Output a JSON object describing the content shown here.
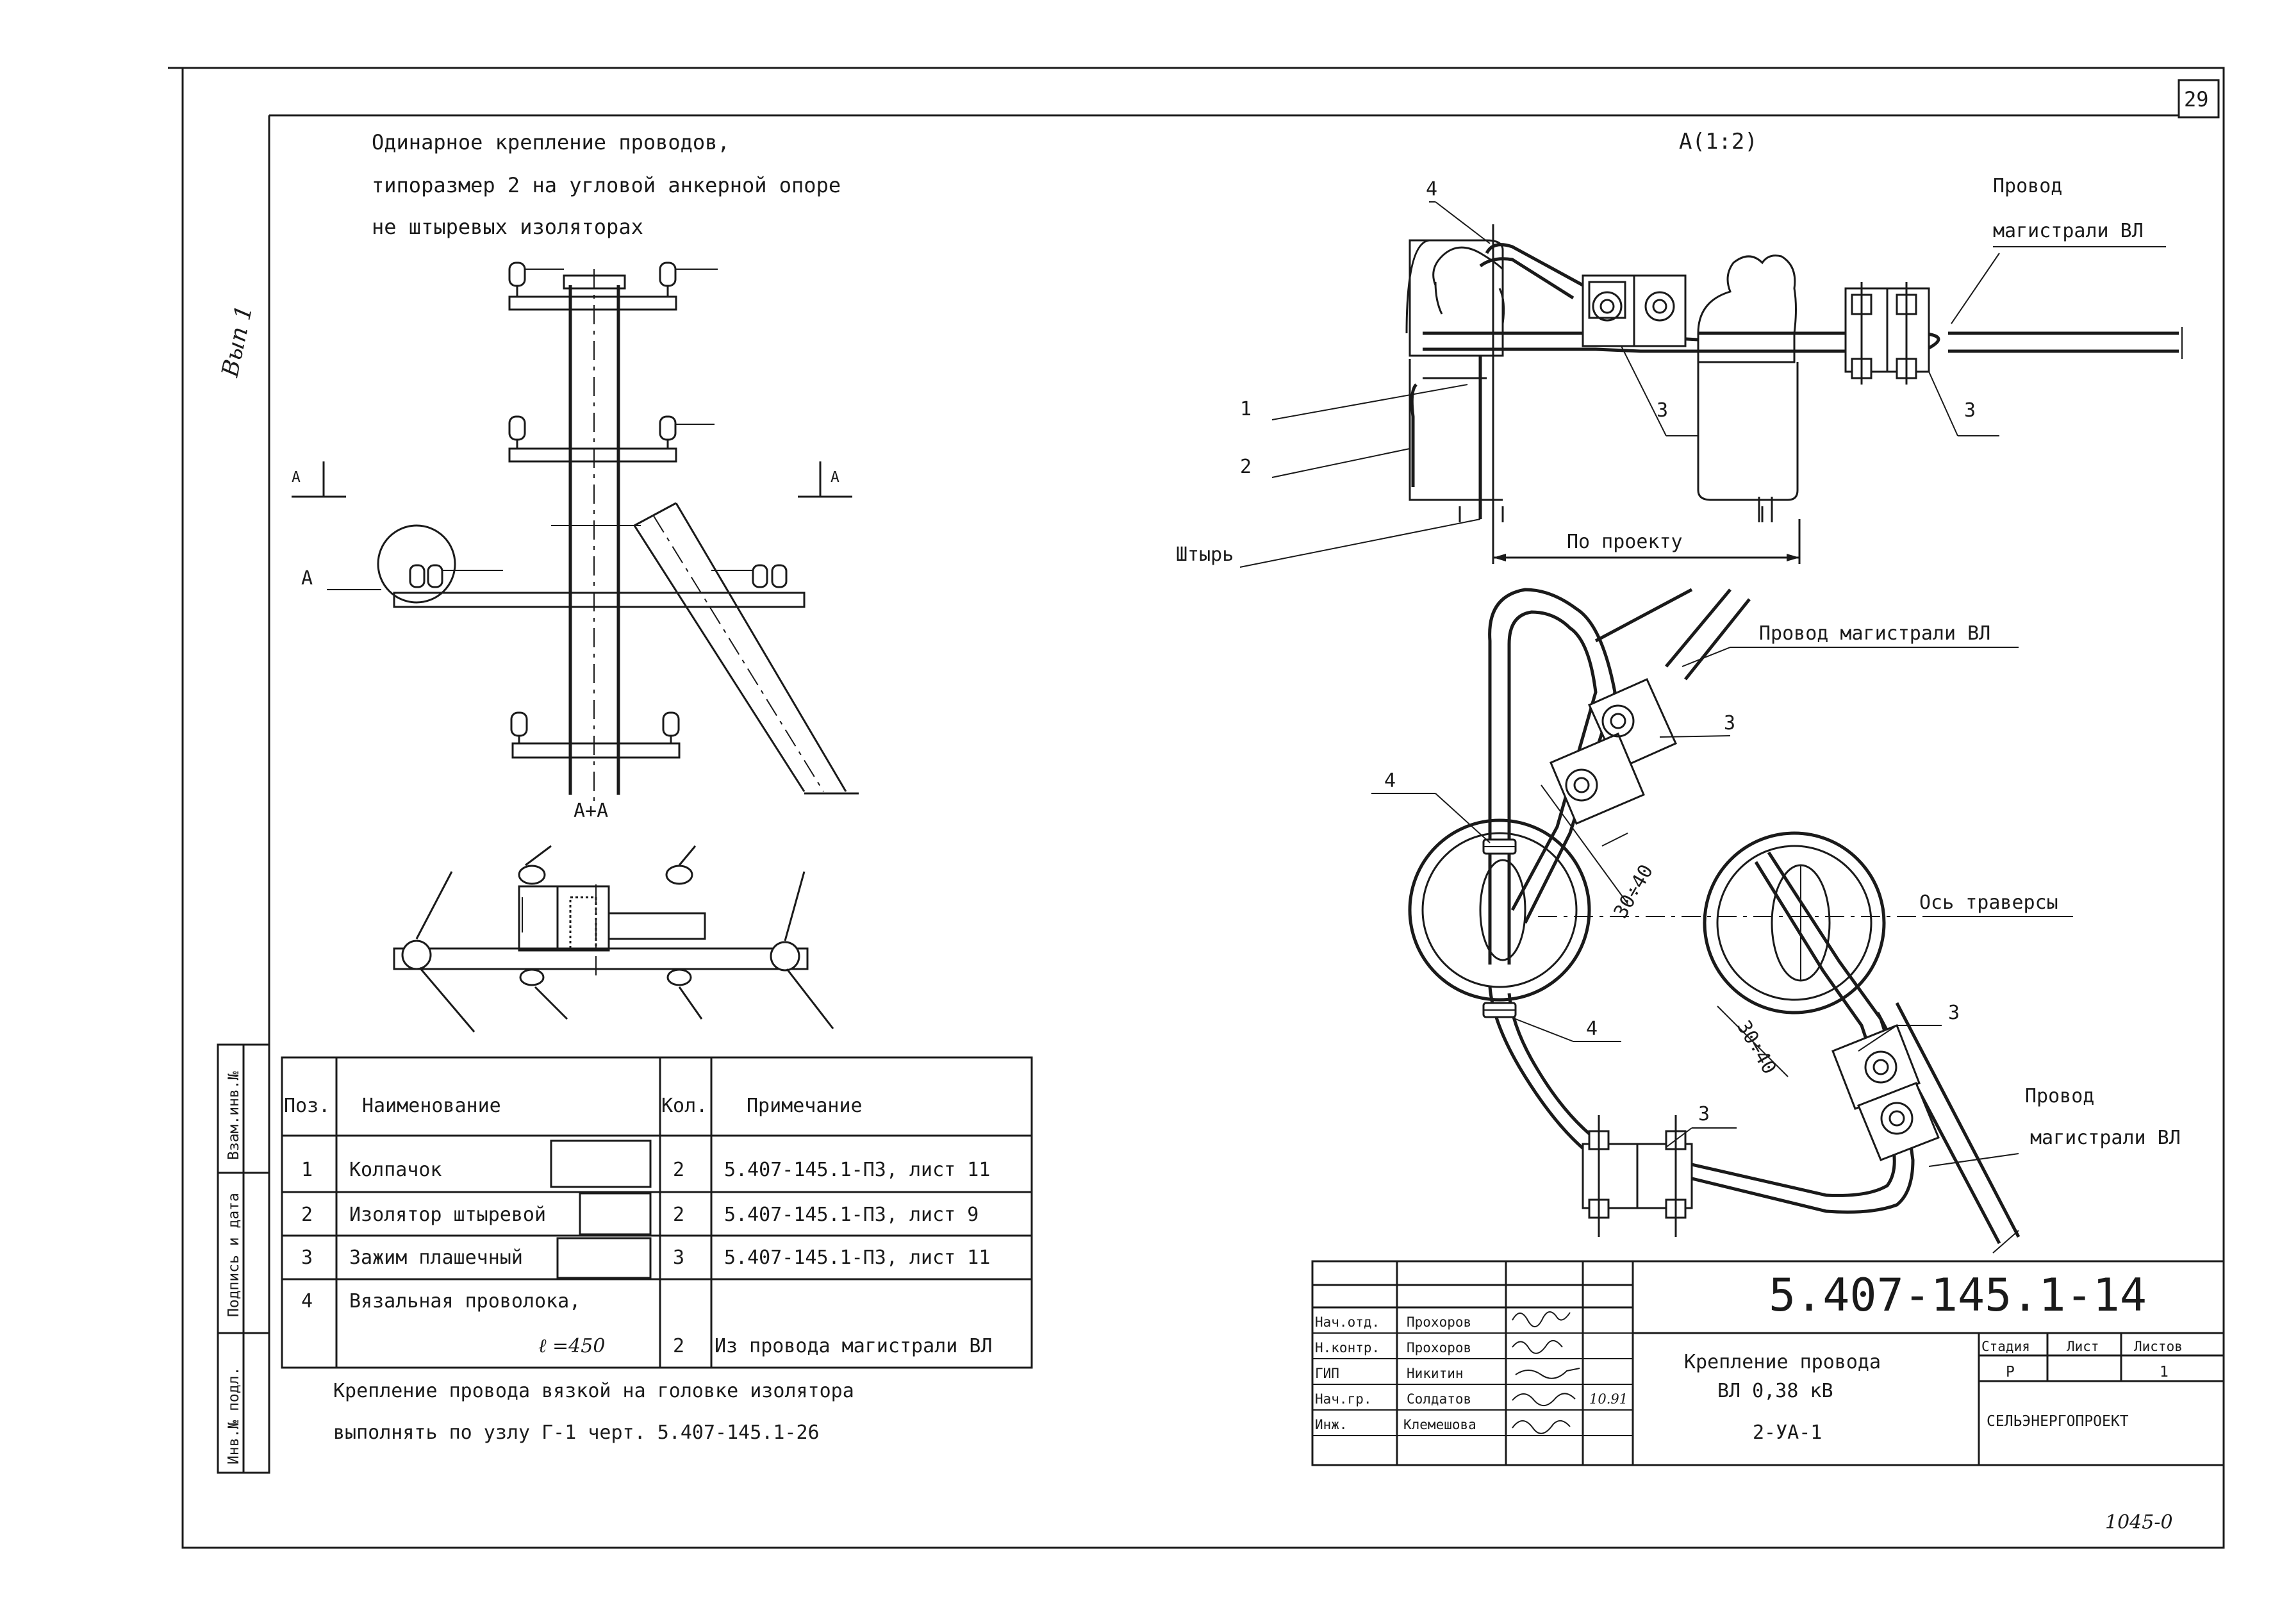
{
  "page_number": "29",
  "title_lines": [
    "Одинарное крепление проводов,",
    "типоразмер 2 на угловой анкерной опоре",
    "не штыревых изоляторах"
  ],
  "margin_note": "Вып 1",
  "section_mark": "A",
  "view_label": "A(1:2)",
  "section_label": "A+A",
  "callouts": {
    "c1": "1",
    "c2": "2",
    "c3": "3",
    "c4": "4",
    "pin": "Штырь",
    "by_project": "По проекту",
    "wire_top": [
      "Провод",
      "магистрали ВЛ"
    ],
    "wire_mid": "Провод магистрали ВЛ",
    "wire_bottom": [
      "Провод",
      "магистрали ВЛ"
    ],
    "axis": "Ось траверсы",
    "dim": "30÷40"
  },
  "spec_table": {
    "headers": [
      "Поз.",
      "Наименование",
      "Кол.",
      "Примечание"
    ],
    "rows": [
      {
        "pos": "1",
        "name": "Колпачок",
        "qty": "2",
        "note": "5.407-145.1-ПЗ, лист 11"
      },
      {
        "pos": "2",
        "name": "Изолятор штыревой",
        "qty": "2",
        "note": "5.407-145.1-ПЗ, лист 9"
      },
      {
        "pos": "3",
        "name": "Зажим плашечный",
        "qty": "3",
        "note": "5.407-145.1-ПЗ, лист 11"
      },
      {
        "pos": "4",
        "name": "Вязальная проволока,",
        "length": "ℓ =450",
        "qty": "2",
        "note": "Из провода магистрали ВЛ"
      }
    ]
  },
  "footnote_lines": [
    "Крепление провода вязкой на головке изолятора",
    "выполнять по узлу Г-1 черт. 5.407-145.1-26"
  ],
  "left_stamp": [
    "Взам.инв.№",
    "Подпись и дата",
    "Инв.№ подл."
  ],
  "title_block": {
    "doc_number": "5.407-145.1-14",
    "roles": [
      {
        "role": "Нач.отд.",
        "name": "Прохоров"
      },
      {
        "role": "Н.контр.",
        "name": "Прохоров"
      },
      {
        "role": "ГИП",
        "name": "Никитин"
      },
      {
        "role": "Нач.гр.",
        "name": "Солдатов"
      },
      {
        "role": "Инж.",
        "name": "Клемешова"
      }
    ],
    "date": "10.91",
    "description": [
      "Крепление провода",
      "ВЛ 0,38 кВ"
    ],
    "code": "2-УА-1",
    "stage_header": "Стадия",
    "sheet_header": "Лист",
    "sheets_header": "Листов",
    "stage": "Р",
    "sheets": "1",
    "organization": "СЕЛЬЭНЕРГОПРОЕКТ"
  },
  "bottom_note": "1045-0"
}
